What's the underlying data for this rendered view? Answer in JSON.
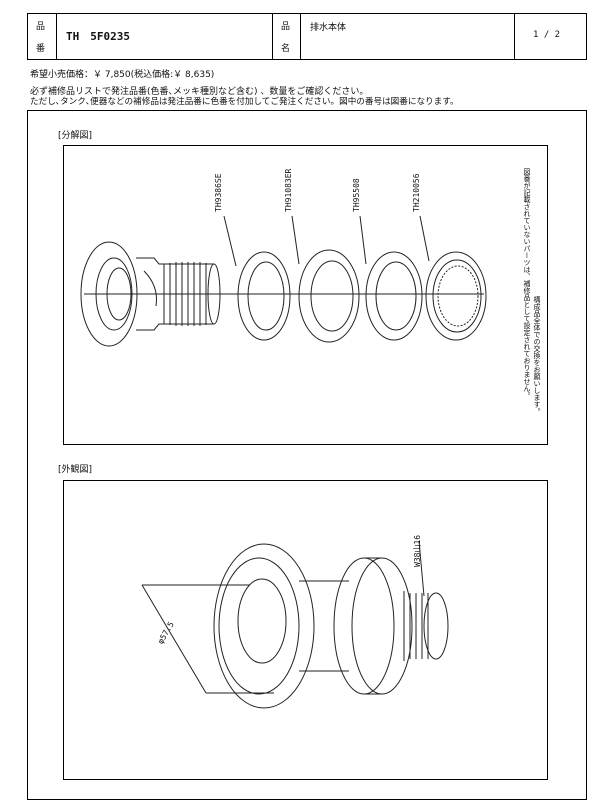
{
  "header": {
    "hin_label_1": "品",
    "hin_label_2": "番",
    "part_number": "TH　5F0235",
    "mei_label_1": "品",
    "mei_label_2": "名",
    "part_name": "排水本体",
    "page": "1 / 2"
  },
  "price_line": "希望小売価格：￥ 7,850(税込価格:￥ 8,635)",
  "notes": [
    "必ず補修品リストで発注品番(色番､メッキ種別など含む) 、数量をご確認ください。",
    "ただし､タンク､便器などの補修品は発注品番に色番を付加してご発注ください。図中の番号は図番になります。"
  ],
  "exploded": {
    "section_label": "[分解図]",
    "parts": [
      "TH9386SE",
      "TH91083ER",
      "TH95508",
      "TH210056"
    ],
    "side_note_1": "図番が記載されていないパーツは、補修品として設定されておりません。",
    "side_note_2": "構成品全体での交換をお願いします。"
  },
  "external": {
    "section_label": "[外観図]",
    "dimension": "φ57.5",
    "thread": "W38山16"
  }
}
